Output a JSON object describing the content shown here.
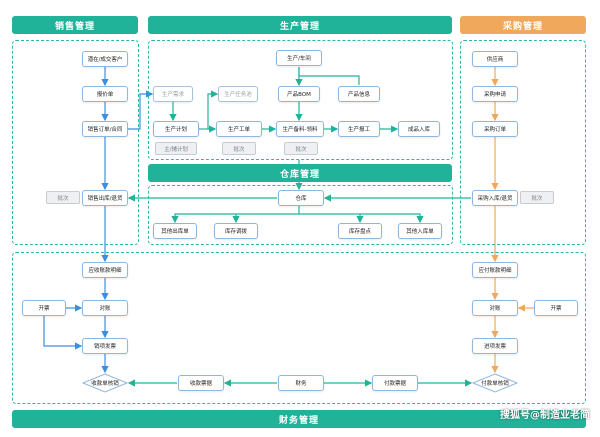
{
  "headers": {
    "sales": "销售管理",
    "production": "生产管理",
    "purchase": "采购管理",
    "warehouse": "仓库管理",
    "finance": "财务管理"
  },
  "nodes": {
    "prospect": "潜在/成交客户",
    "quote": "报价单",
    "sales_order": "销售订单/合同",
    "sales_out": "销售出库/退货",
    "receivable": "应收账款明细",
    "reconcile_left": "对账",
    "invoice_left": "开票",
    "sales_invoice": "销项发票",
    "receipt_verify": "收款单核销",
    "receipt_bill": "收款票据",
    "finance": "财务",
    "payment_bill": "付款票据",
    "payment_verify": "付款单核销",
    "workshop": "生产/车间",
    "prod_demand": "生产需求",
    "prod_plan": "生产计划",
    "prod_task": "生产任务池",
    "prod_order": "生产工单",
    "product_bom": "产品BOM",
    "product_info": "产品信息",
    "prod_material": "生产备料-领料",
    "prod_report": "生产报工",
    "finished_in": "成品入库",
    "main_sub_plan": "主/辅计划",
    "batch_a": "批次",
    "batch_b": "批次",
    "warehouse": "仓库",
    "other_out": "其他出库单",
    "stock_transfer": "库存调拨",
    "stock_count": "库存盘点",
    "other_in": "其他入库单",
    "supplier": "供应商",
    "purchase_request": "采购申请",
    "purchase_order": "采购订单",
    "purchase_in": "采购入库/退货",
    "payable": "应付账款明细",
    "reconcile_right": "对账",
    "invoice_right": "开票",
    "input_invoice": "进项发票",
    "batch_left": "批次",
    "batch_right": "批次"
  },
  "watermark": "搜狐号@制造业老简",
  "colors": {
    "teal": "#21b39a",
    "orange": "#f0a85c",
    "blue_line": "#3d8ee0",
    "orange_line": "#f0a85c",
    "teal_line": "#21b39a"
  }
}
